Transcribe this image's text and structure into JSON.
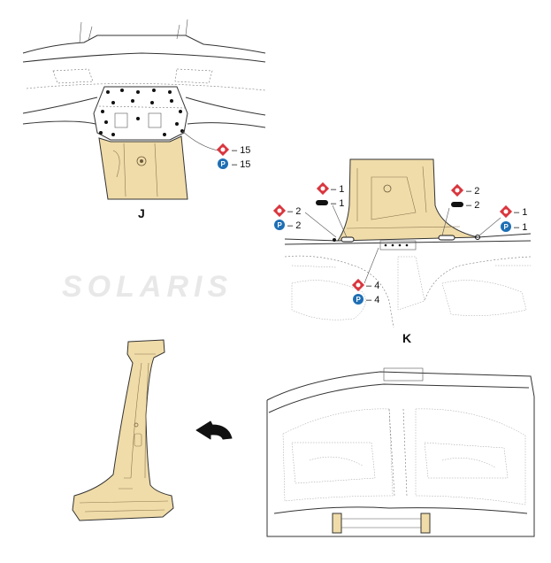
{
  "colors": {
    "part_fill": "#f0dca9",
    "spot_weld_badge": "#d9363e",
    "plug_weld_badge": "#1e6fb4",
    "outline": "#333333"
  },
  "icons": {
    "spot_weld": "red-diamond-weld-icon",
    "plug_weld": "blue-circle-P-icon",
    "seal": "black-capsule-icon",
    "direction": "curved-arrow-icon"
  },
  "watermark": "SOLARIS",
  "views": {
    "j": {
      "label": "J",
      "callouts": [
        {
          "type": "spot",
          "badge": "◆",
          "value": "15"
        },
        {
          "type": "plug",
          "badge": "P",
          "value": "15"
        }
      ]
    },
    "k": {
      "label": "K",
      "callouts": {
        "left_outer": [
          {
            "type": "spot",
            "badge": "◆",
            "value": "2"
          },
          {
            "type": "plug",
            "badge": "P",
            "value": "2"
          }
        ],
        "left_inner": [
          {
            "type": "spot",
            "badge": "◆",
            "value": "1"
          },
          {
            "type": "seal",
            "value": "1"
          }
        ],
        "right_inner": [
          {
            "type": "spot",
            "badge": "◆",
            "value": "2"
          },
          {
            "type": "seal",
            "value": "2"
          }
        ],
        "right_outer": [
          {
            "type": "spot",
            "badge": "◆",
            "value": "1"
          },
          {
            "type": "plug",
            "badge": "P",
            "value": "1"
          }
        ],
        "bottom": [
          {
            "type": "spot",
            "badge": "◆",
            "value": "4"
          },
          {
            "type": "plug",
            "badge": "P",
            "value": "4"
          }
        ]
      }
    }
  }
}
